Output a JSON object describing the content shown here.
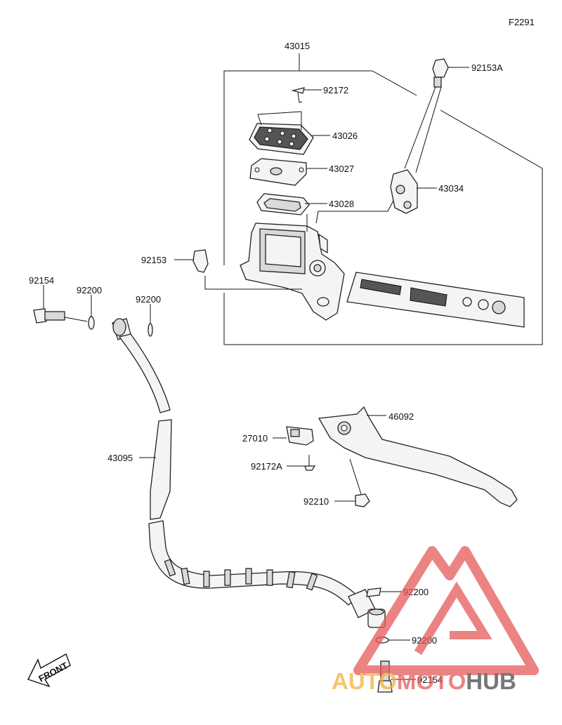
{
  "figure_code": "F2291",
  "labels": {
    "l43015": "43015",
    "l92153A": "92153A",
    "l92172": "92172",
    "l43026": "43026",
    "l43027": "43027",
    "l43028": "43028",
    "l43034": "43034",
    "l92153": "92153",
    "l92154_top": "92154",
    "l92200_a": "92200",
    "l92200_b": "92200",
    "l46092": "46092",
    "l27010": "27010",
    "l43095": "43095",
    "l92172A": "92172A",
    "l92210": "92210",
    "l92200_c": "92200",
    "l92200_d": "92200",
    "l92154_bottom": "92154"
  },
  "front_arrow": "FRONT",
  "watermark": {
    "part1": "AUTO",
    "part2": "MOTO",
    "part3": "HUB",
    "colors": {
      "auto": "#f3b13b",
      "moto": "#e65a5a",
      "hub": "#4a4a4a",
      "triangle": "#e65a5a"
    }
  }
}
